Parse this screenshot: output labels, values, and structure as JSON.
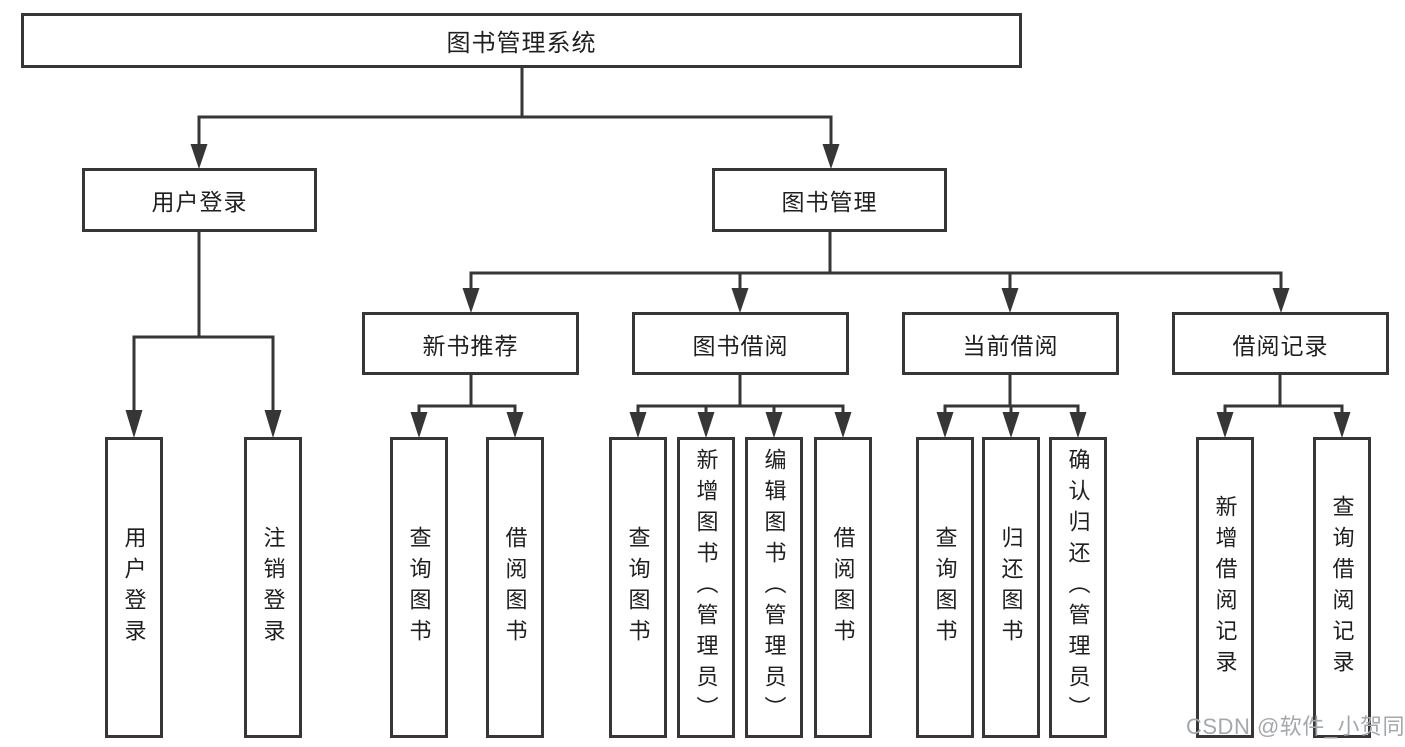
{
  "diagram": {
    "root": {
      "label": "图书管理系统"
    },
    "level2": [
      {
        "label": "用户登录",
        "children": [
          {
            "label": "用户登录"
          },
          {
            "label": "注销登录"
          }
        ]
      },
      {
        "label": "图书管理",
        "children": [
          {
            "label": "新书推荐",
            "children": [
              {
                "label": "查询图书"
              },
              {
                "label": "借阅图书"
              }
            ]
          },
          {
            "label": "图书借阅",
            "children": [
              {
                "label": "查询图书"
              },
              {
                "label": "新增图书（管理员）"
              },
              {
                "label": "编辑图书（管理员）"
              },
              {
                "label": "借阅图书"
              }
            ]
          },
          {
            "label": "当前借阅",
            "children": [
              {
                "label": "查询图书"
              },
              {
                "label": "归还图书"
              },
              {
                "label": "确认归还（管理员）"
              }
            ]
          },
          {
            "label": "借阅记录",
            "children": [
              {
                "label": "新增借阅记录"
              },
              {
                "label": "查询借阅记录"
              }
            ]
          }
        ]
      }
    ]
  },
  "watermark": {
    "text": "CSDN @软件_小贺同学"
  },
  "colors": {
    "line": "#363636",
    "text": "#1f1f1f",
    "watermark": "#a4a8ac",
    "background": "#ffffff"
  }
}
